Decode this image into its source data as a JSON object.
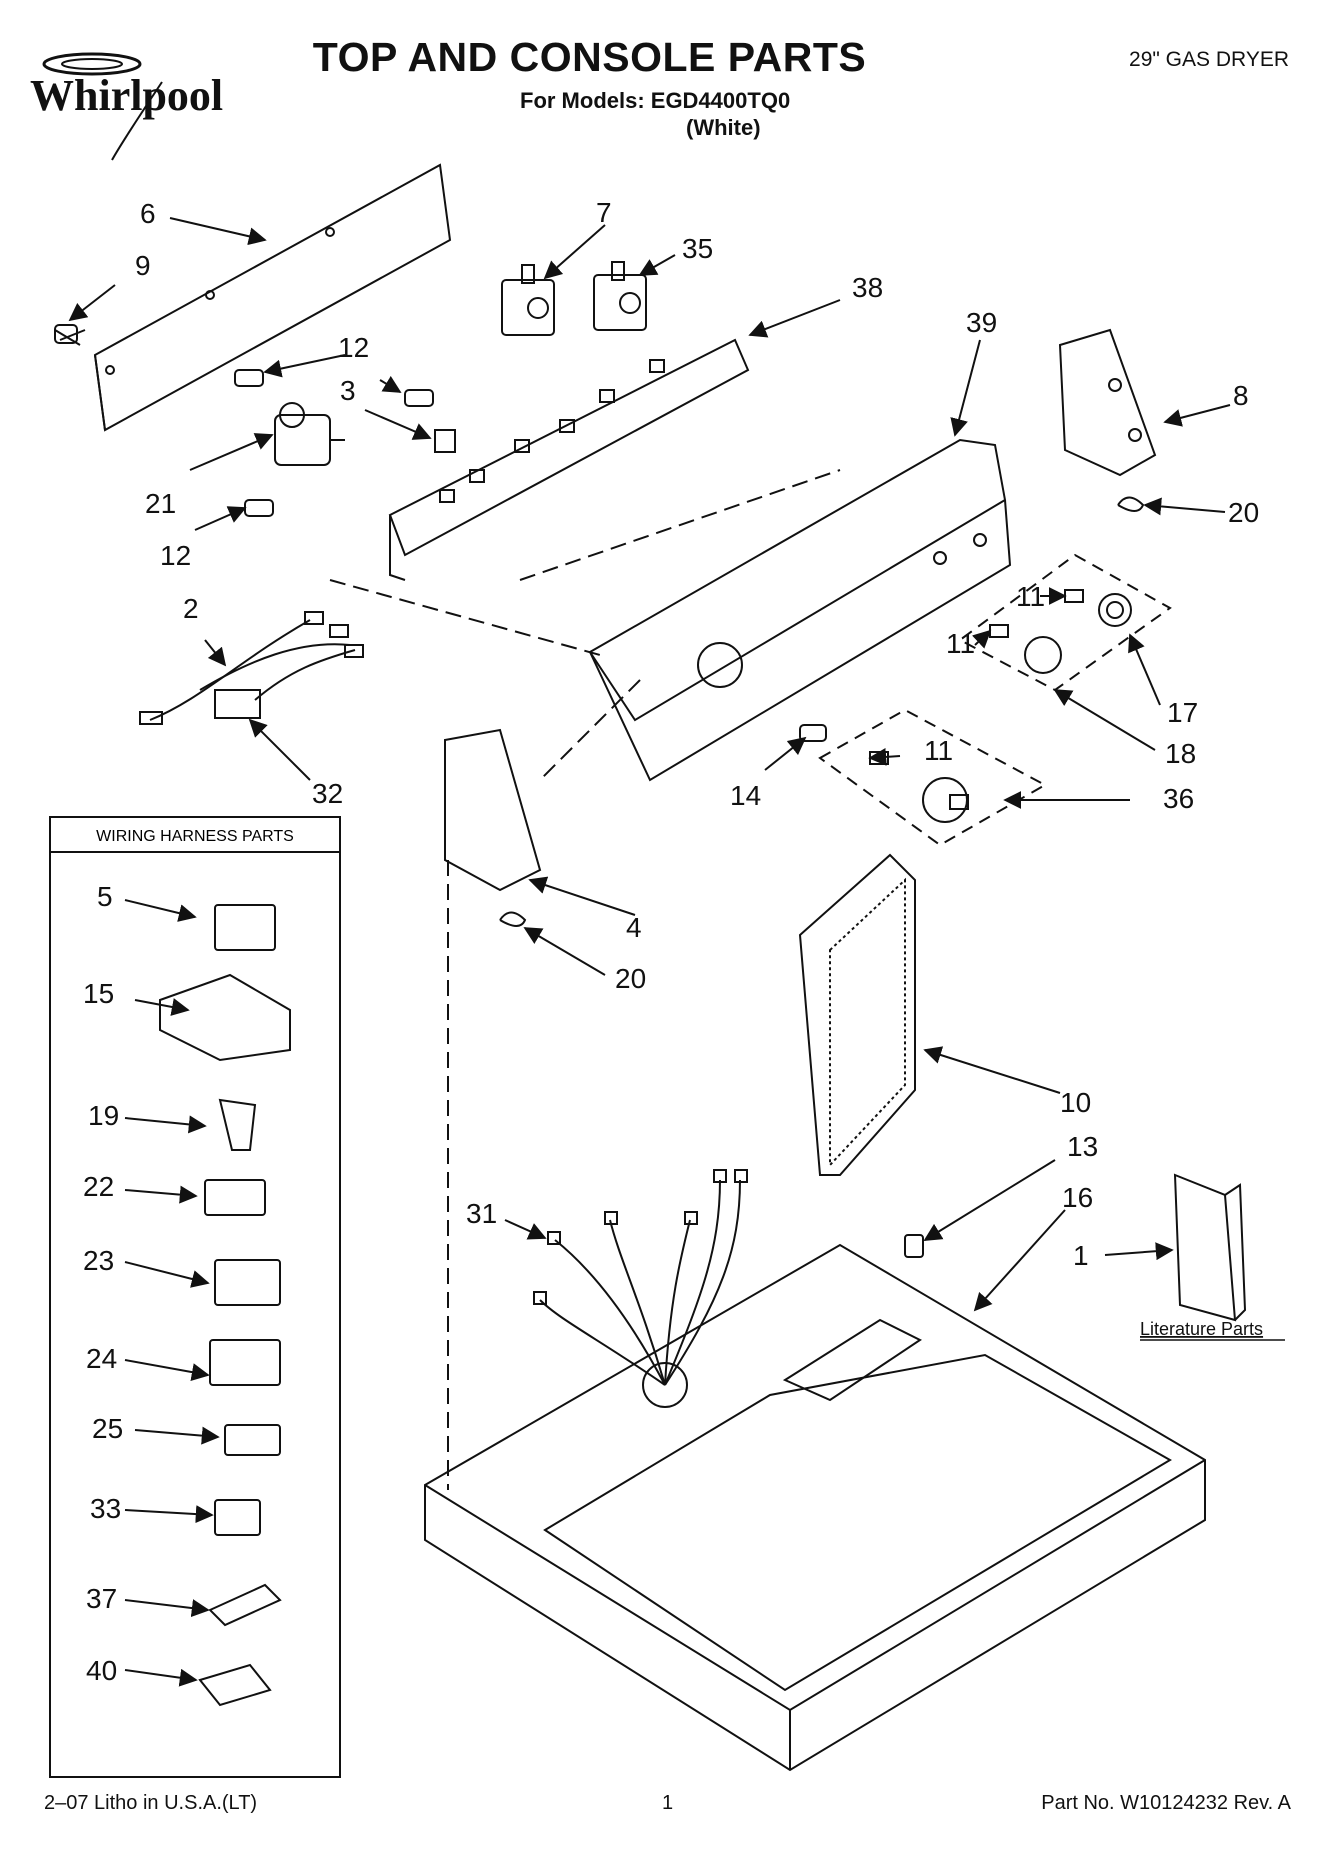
{
  "header": {
    "brand": "Whirlpool",
    "title": "TOP AND CONSOLE PARTS",
    "models": "For Models: EGD4400TQ0",
    "color": "(White)",
    "product": "29\" GAS DRYER"
  },
  "callouts": {
    "c1": "1",
    "c2": "2",
    "c3": "3",
    "c4": "4",
    "c5": "5",
    "c6": "6",
    "c7": "7",
    "c8": "8",
    "c9": "9",
    "c10": "10",
    "c11a": "11",
    "c11b": "11",
    "c11c": "11",
    "c12a": "12",
    "c12b": "12",
    "c13": "13",
    "c14": "14",
    "c15": "15",
    "c16": "16",
    "c17": "17",
    "c18": "18",
    "c19": "19",
    "c20a": "20",
    "c20b": "20",
    "c21": "21",
    "c22": "22",
    "c23": "23",
    "c24": "24",
    "c25": "25",
    "c31": "31",
    "c32": "32",
    "c33": "33",
    "c35": "35",
    "c36": "36",
    "c37": "37",
    "c38": "38",
    "c39": "39",
    "c40": "40"
  },
  "wiring_box": {
    "title": "WIRING HARNESS PARTS"
  },
  "literature": {
    "label": "Literature Parts"
  },
  "footer": {
    "litho": "2–07 Litho in U.S.A.(LT)",
    "page": "1",
    "part_no": "Part No. W10124232 Rev. A"
  }
}
